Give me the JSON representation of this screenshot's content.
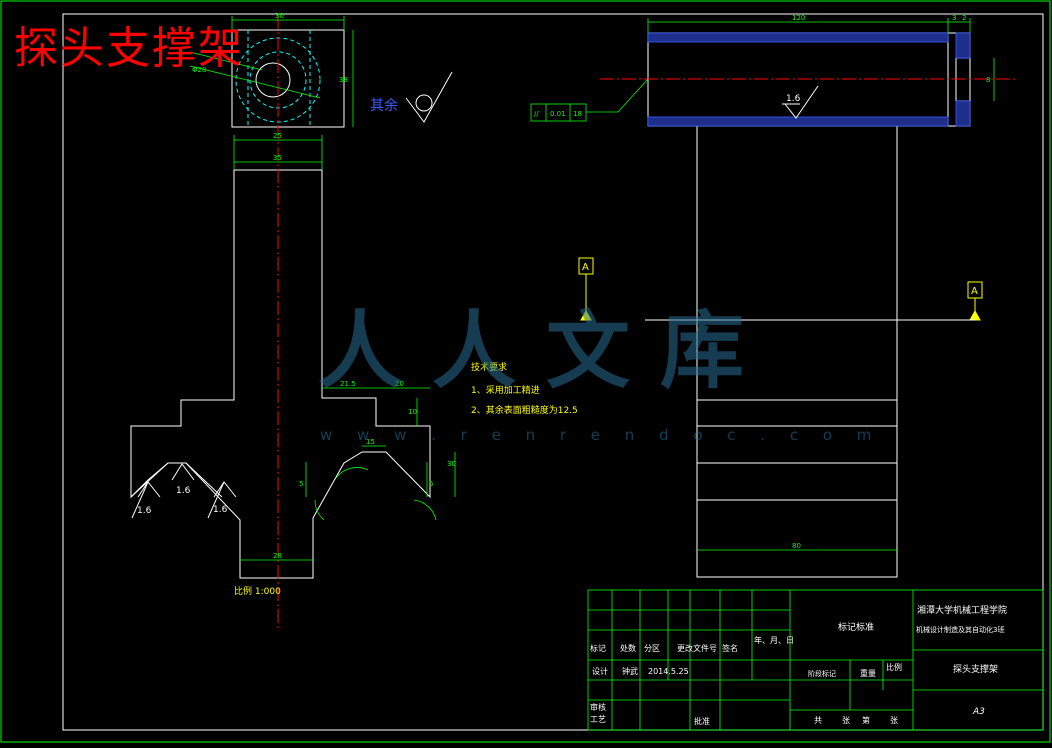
{
  "drawing": {
    "title_overlay": "探头支撑架",
    "remaining_roughness": "其余",
    "roughness_16": "1.6",
    "tech_heading": "技术要求",
    "tech_item_1": "1、采用加工精进",
    "tech_item_2": "2、其余表面粗糙度为12.5",
    "scale_note": "比例 1:000",
    "tolerance_symbol": "//",
    "tolerance_value": "0.01",
    "tolerance_datum": "18",
    "section_label_a": "A"
  },
  "dimensions": {
    "top_30": "30",
    "top_25": "25",
    "top_35": "35",
    "bottom_28": "28",
    "d_215": "21.5",
    "d_20": "20",
    "d_10": "10",
    "d_15": "15",
    "d_30": "30",
    "d_5": "5",
    "phi_label": "Φ28",
    "side_38": "38",
    "right_120": "120",
    "right_3": "3",
    "right_2": "2",
    "right_8": "8",
    "right_80": "80"
  },
  "title_block": {
    "school": "湘潭大学机械工程学院",
    "course": "机械设计制造及其自动化3班",
    "part_name": "探头支撑架",
    "material": "标记标准",
    "sheet_size": "A3",
    "mark": "标记",
    "count": "处数",
    "zone": "分区",
    "change_doc": "更改文件号",
    "signature": "签名",
    "date_label": "年、月、日",
    "design": "设计",
    "designer": "钟武",
    "design_date": "2014.5.25",
    "stage_mark": "阶段标记",
    "weight": "重量",
    "scale": "比例",
    "review": "审核",
    "process": "工艺",
    "approve": "批准",
    "total": "共",
    "sheets": "张",
    "sheet_no": "第",
    "sheet_unit": "张"
  },
  "watermark": {
    "main": "人人文库",
    "url": "w w w . r e n r e n d o c . c o m"
  },
  "colors": {
    "background": "#000000",
    "outline": "#ffffff",
    "frame": "#00ff00",
    "dimension": "#00ff00",
    "centerline": "#ff0000",
    "annotation": "#ffff00",
    "hidden": "#00ffff",
    "title": "#ff0000",
    "watermark": "#2a6e96"
  }
}
